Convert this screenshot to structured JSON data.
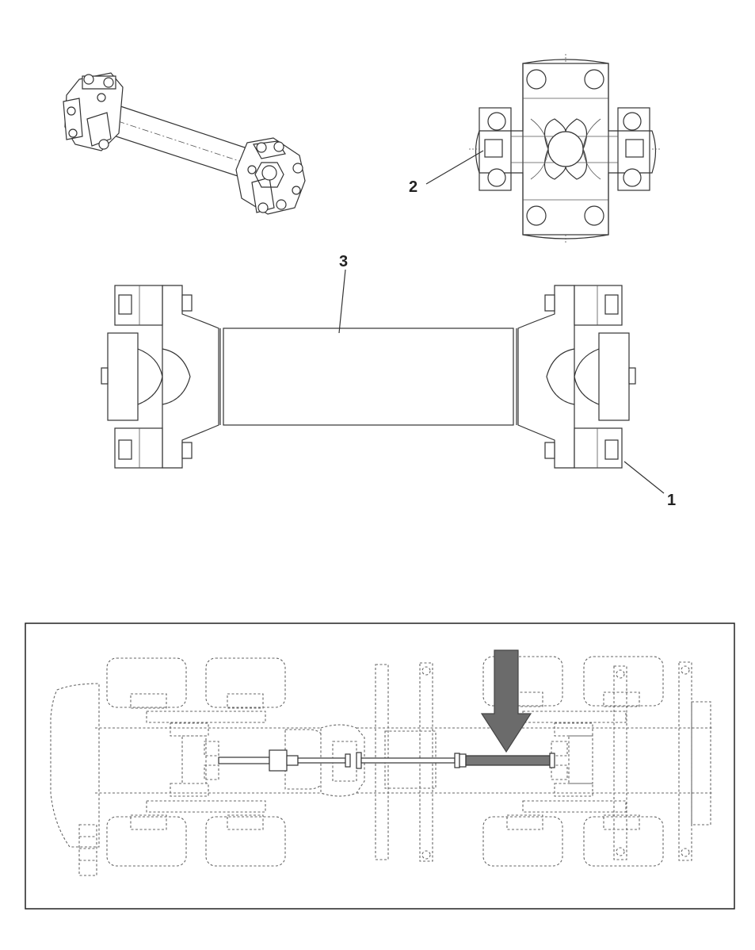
{
  "callouts": {
    "label_1": "1",
    "label_2": "2",
    "label_3": "3"
  },
  "colors": {
    "line": "#333333",
    "dashed_chassis": "#666666",
    "highlight_shaft": "#777777",
    "arrow": "#6b6b6b"
  },
  "icons": {
    "arrow": "down-arrow-icon"
  }
}
